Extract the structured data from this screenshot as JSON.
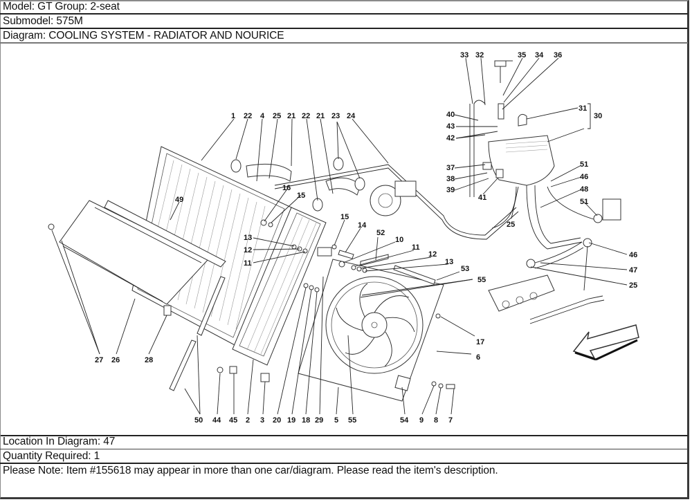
{
  "header": {
    "model": "Model: GT Group: 2-seat",
    "submodel": "Submodel: 575M",
    "diagram": "Diagram: COOLING SYSTEM - RADIATOR AND NOURICE"
  },
  "diagram": {
    "title": "COOLING SYSTEM - RADIATOR AND NOURICE",
    "direction_arrow": "arrow-left-down-icon",
    "callouts": {
      "c1": "1",
      "c22a": "22",
      "c4": "4",
      "c25a": "25",
      "c21a": "21",
      "c22b": "22",
      "c21b": "21",
      "c23": "23",
      "c24": "24",
      "c33": "33",
      "c32": "32",
      "c35": "35",
      "c34": "34",
      "c36": "36",
      "c31": "31",
      "c30": "30",
      "c40": "40",
      "c43": "43",
      "c42": "42",
      "c37": "37",
      "c38": "38",
      "c39": "39",
      "c41": "41",
      "c51a": "51",
      "c46a": "46",
      "c48": "48",
      "c51b": "51",
      "c25b": "25",
      "c46b": "46",
      "c47": "47",
      "c25c": "25",
      "c16": "16",
      "c15a": "15",
      "c49": "49",
      "c13a": "13",
      "c12a": "12",
      "c11a": "11",
      "c15b": "15",
      "c14": "14",
      "c52": "52",
      "c10": "10",
      "c11b": "11",
      "c12b": "12",
      "c13b": "13",
      "c53": "53",
      "c55a": "55",
      "c17": "17",
      "c6": "6",
      "c27": "27",
      "c26": "26",
      "c28": "28",
      "c50": "50",
      "c44": "44",
      "c45": "45",
      "c2": "2",
      "c3": "3",
      "c20": "20",
      "c19": "19",
      "c18": "18",
      "c29": "29",
      "c5": "5",
      "c55b": "55",
      "c54": "54",
      "c9": "9",
      "c8": "8",
      "c7": "7"
    }
  },
  "footer": {
    "location": "Location In Diagram: 47",
    "quantity": "Quantity Required: 1",
    "note": "Please Note: Item #155618 may appear in more than one car/diagram. Please read the item's description."
  }
}
